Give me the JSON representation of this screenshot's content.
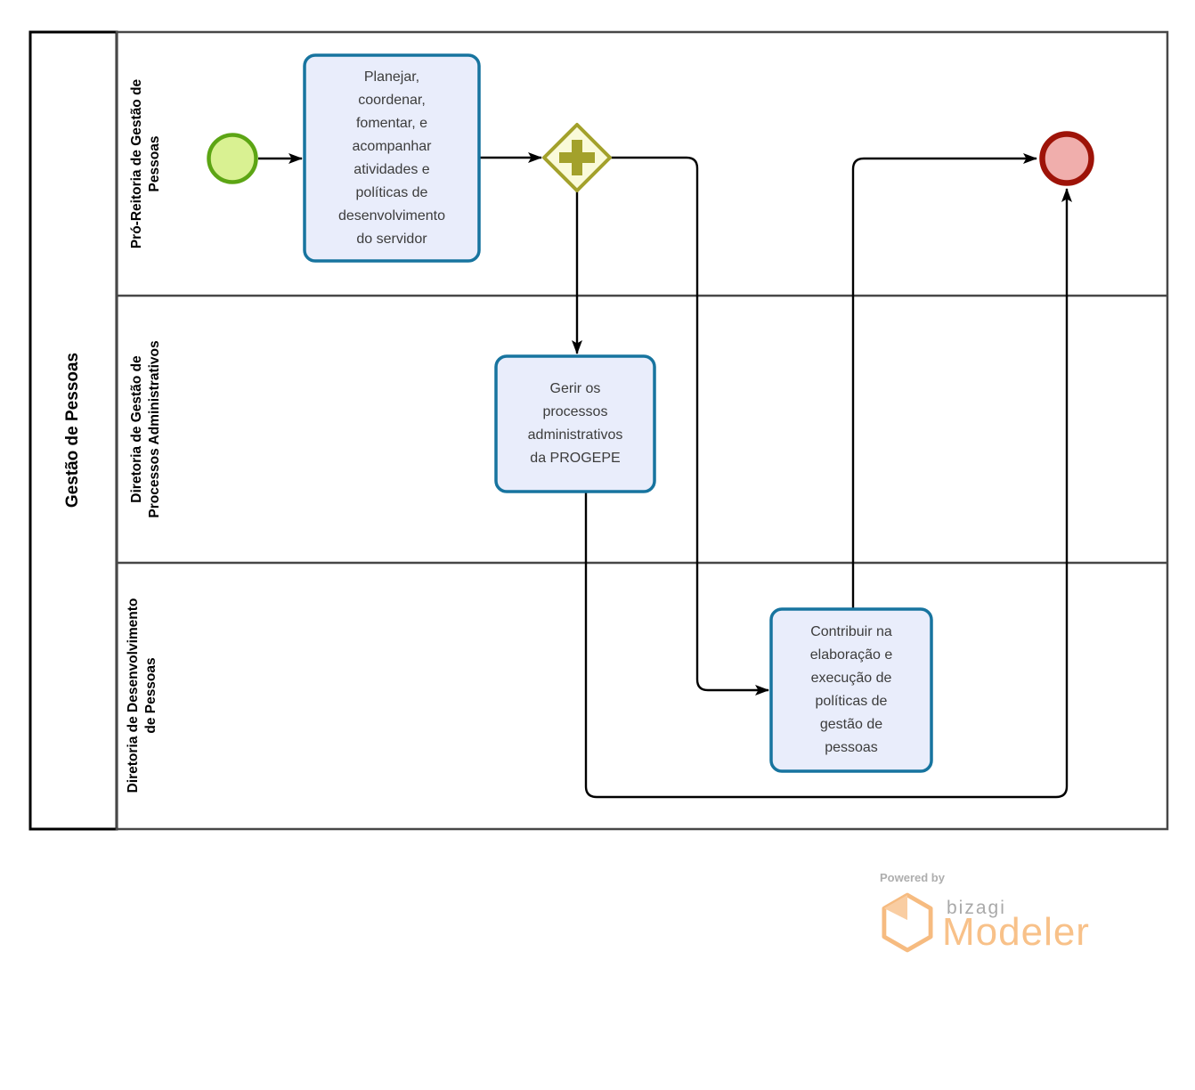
{
  "pool": {
    "title": "Gestão de Pessoas"
  },
  "lanes": [
    {
      "label": "Pró-Reitoria de Gestão de\nPessoas"
    },
    {
      "label": "Diretoria de Gestão de\nProcessos Administrativos"
    },
    {
      "label": "Diretoria de Desenvolvimento\nde Pessoas"
    }
  ],
  "nodes": {
    "task_planejar": {
      "label": "Planejar,\ncoordenar,\nfomentar, e\nacompanhar\natividades e\npolíticas de\ndesenvolvimento\ndo servidor"
    },
    "task_gerir": {
      "label": "Gerir os\nprocessos\nadministrativos\nda PROGEPE"
    },
    "task_contribuir": {
      "label": "Contribuir na\nelaboração e\nexecução de\npolíticas de\ngestão de\npessoas"
    },
    "start_event": {
      "type": "start-event"
    },
    "parallel_gateway": {
      "type": "parallel-gateway"
    },
    "end_event": {
      "type": "end-event"
    }
  },
  "edges": [
    {
      "from": "start-event",
      "to": "task-planejar"
    },
    {
      "from": "task-planejar",
      "to": "parallel-gateway"
    },
    {
      "from": "parallel-gateway",
      "to": "task-gerir"
    },
    {
      "from": "parallel-gateway",
      "to": "task-contribuir"
    },
    {
      "from": "task-gerir",
      "to": "end-event"
    },
    {
      "from": "task-contribuir",
      "to": "end-event"
    }
  ],
  "colors": {
    "task_fill": "#E9EDFB",
    "task_border": "#17749F",
    "start_fill": "#D9F192",
    "start_border": "#5CA514",
    "gateway_fill": "#FAFAD9",
    "gateway_border": "#A3A12B",
    "end_fill": "#F0AEAC",
    "end_border": "#9E1308",
    "connector": "#000000",
    "lane_border": "#474747",
    "pool_border": "#000000"
  },
  "footer": {
    "powered_by": "Powered by",
    "brand": "bizagi",
    "product": "Modeler"
  }
}
